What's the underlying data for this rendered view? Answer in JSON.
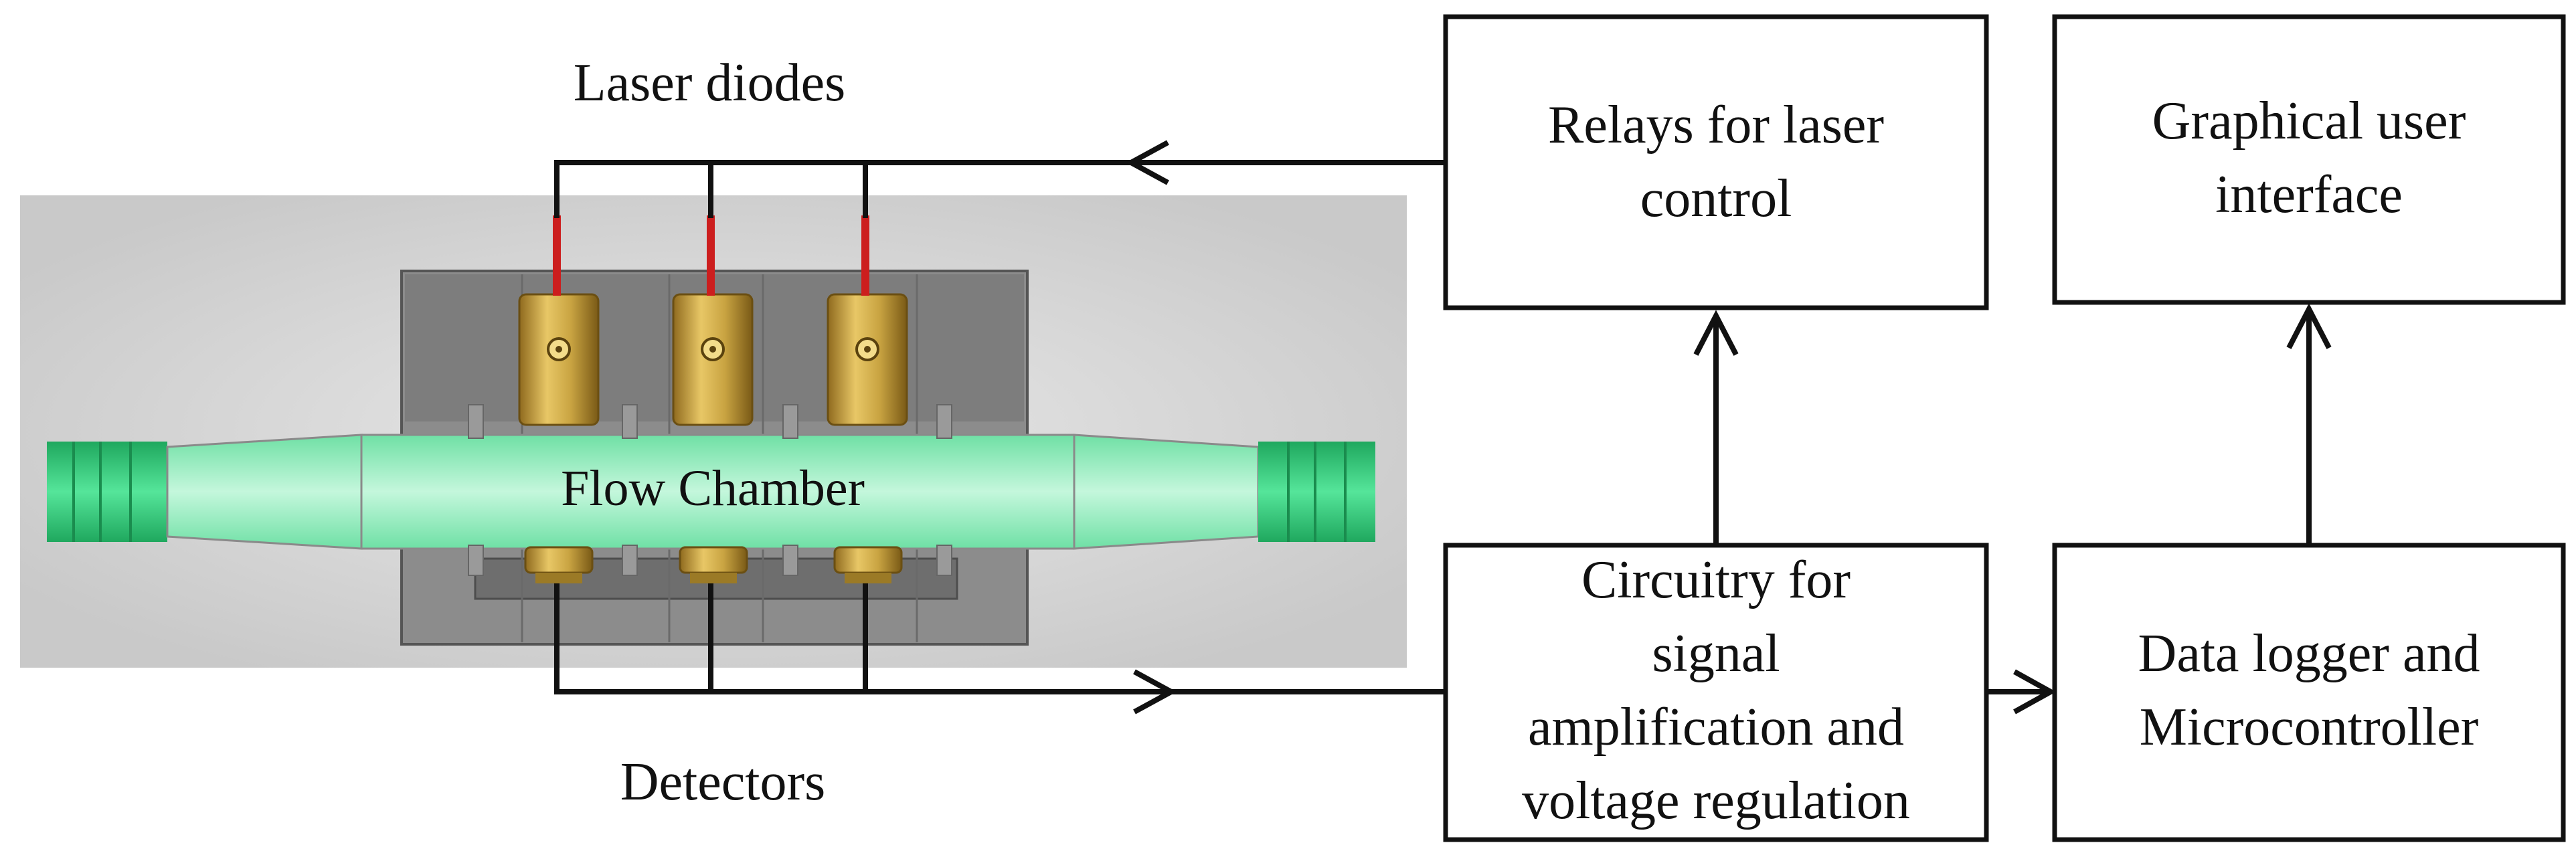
{
  "labels": {
    "laser_diodes": "Laser diodes",
    "detectors": "Detectors",
    "flow_chamber": "Flow Chamber"
  },
  "boxes": {
    "relays": [
      "Relays for laser",
      "control"
    ],
    "gui": [
      "Graphical user",
      "interface"
    ],
    "circuitry": [
      "Circuitry for",
      "signal",
      "amplification and",
      "voltage regulation"
    ],
    "logger": [
      "Data logger and",
      "Microcontroller"
    ]
  },
  "colors": {
    "chamber_fill": "#9ff0c4",
    "tube_end": "#33d47f",
    "laser_wire": "#cc1e1e",
    "laser_body": "#c9a442",
    "housing": "#7a7a7a"
  }
}
